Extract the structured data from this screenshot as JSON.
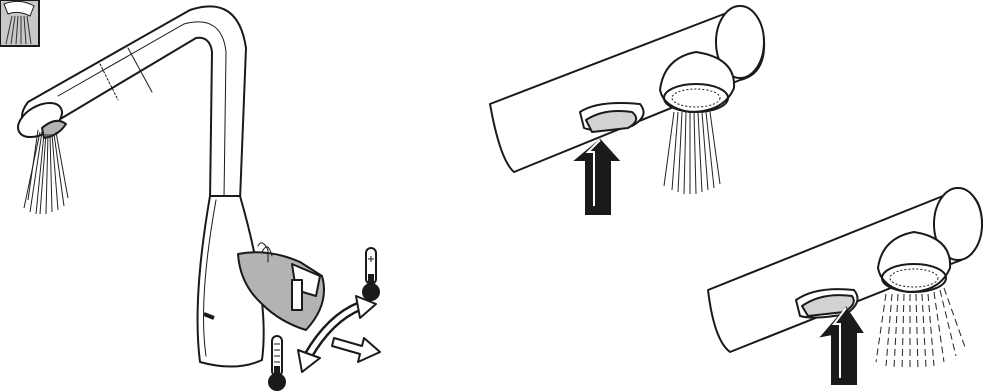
{
  "figure": {
    "kind": "instruction-illustration",
    "panels": [
      "faucet-overview",
      "spray-mode-button-aerated",
      "spray-mode-button-shower"
    ],
    "icons": [
      "thumbnail-icon",
      "hot-thermometer-icon",
      "cold-thermometer-icon",
      "rotate-arrow-icon",
      "pull-arrow-icon",
      "press-arrow-icon"
    ],
    "colors": {
      "ink": "#1a1a1a",
      "shade": "#b3b3b3",
      "light_shade": "#d2d2d2",
      "background": "#ffffff"
    }
  }
}
